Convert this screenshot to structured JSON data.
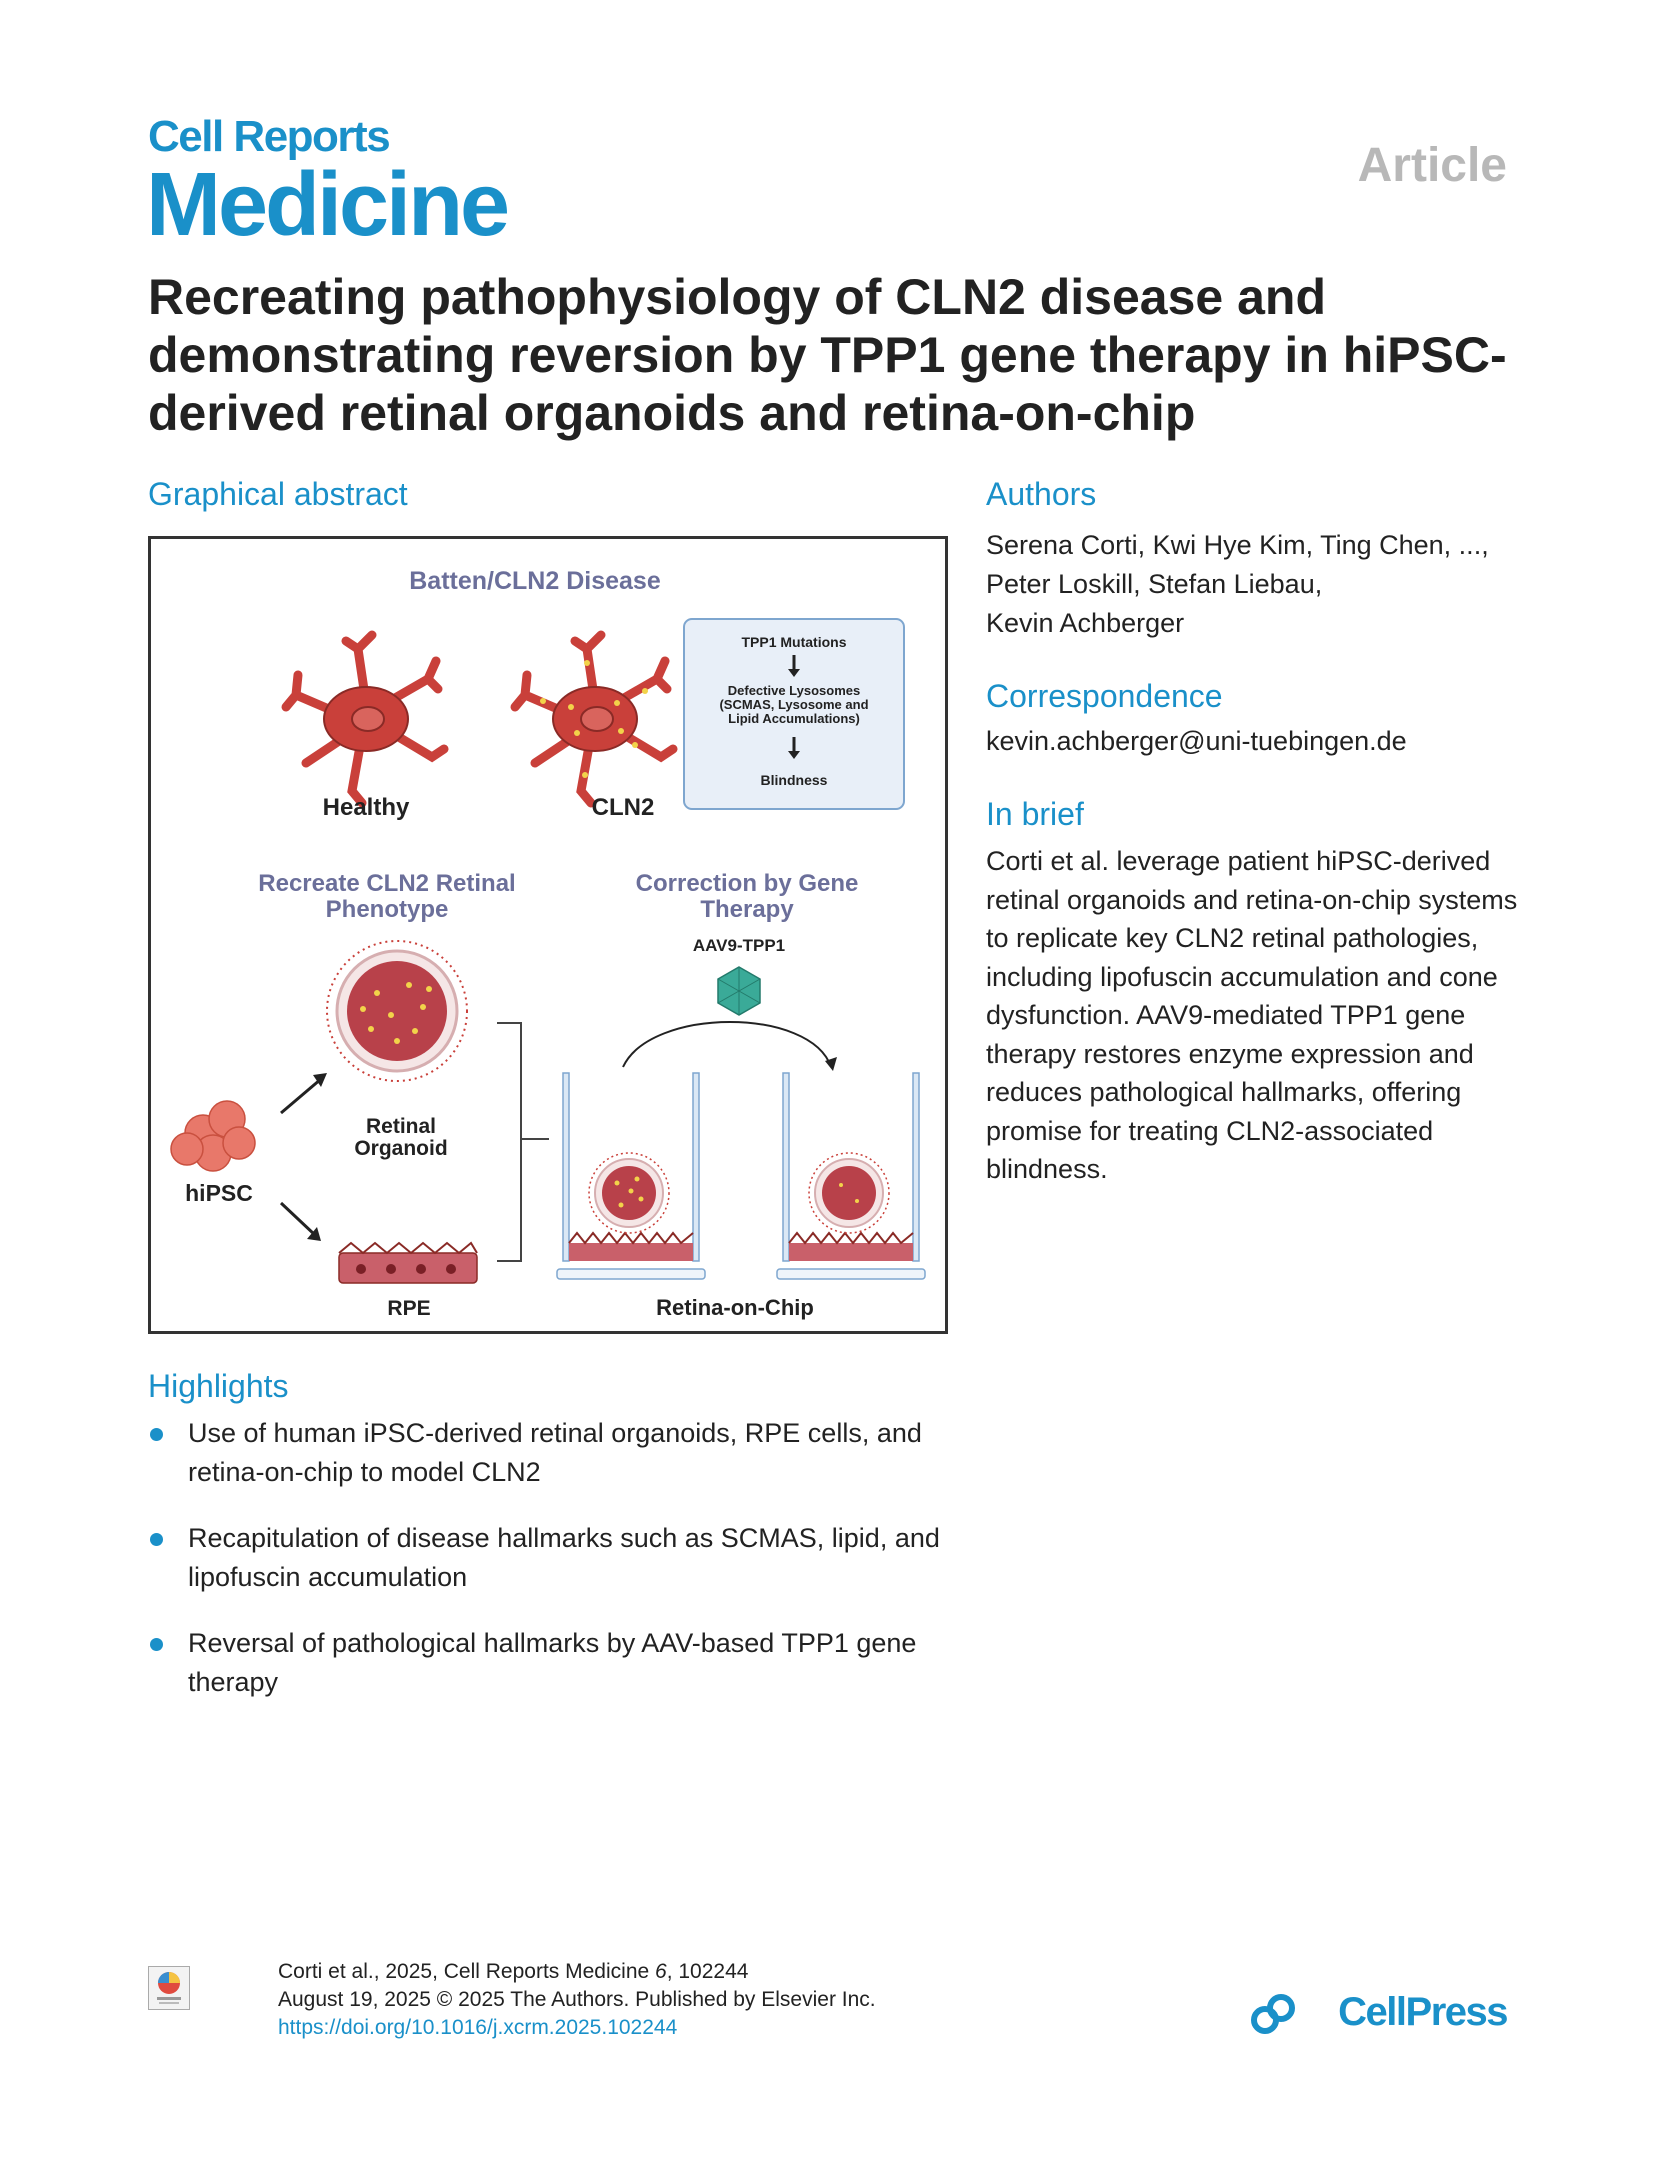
{
  "header": {
    "journal_line1": "Cell Reports",
    "journal_line2": "Medicine",
    "article_type": "Article"
  },
  "title": "Recreating pathophysiology of CLN2 disease and demonstrating reversion by TPP1 gene therapy in hiPSC-derived retinal organoids and retina-on-chip",
  "graphical_abstract": {
    "heading": "Graphical abstract",
    "figure_title": "Batten/CLN2 Disease",
    "healthy_label": "Healthy",
    "cln2_label": "CLN2",
    "pathway": {
      "step1": "TPP1 Mutations",
      "step2_line1": "Defective Lysosomes",
      "step2_line2": "(SCMAS, Lysosome and",
      "step2_line3": "Lipid Accumulations)",
      "step3": "Blindness"
    },
    "recreate_line1": "Recreate CLN2 Retinal",
    "recreate_line2": "Phenotype",
    "correction_line1": "Correction by Gene",
    "correction_line2": "Therapy",
    "vector_label": "AAV9-TPP1",
    "hipsc_label": "hiPSC",
    "organoid_line1": "Retinal",
    "organoid_line2": "Organoid",
    "rpe_label": "RPE",
    "chip_label": "Retina-on-Chip",
    "colors": {
      "heading": "#6b6f9a",
      "cell": "#c9403a",
      "virus": "#3aaa98",
      "pathway_bg": "#e8eff8",
      "pathway_border": "#7ea6cf"
    }
  },
  "authors": {
    "heading": "Authors",
    "line1": "Serena Corti, Kwi Hye Kim, Ting Chen, ...,",
    "line2": "Peter Loskill, Stefan Liebau,",
    "line3": "Kevin Achberger"
  },
  "correspondence": {
    "heading": "Correspondence",
    "email": "kevin.achberger@uni-tuebingen.de"
  },
  "in_brief": {
    "heading": "In brief",
    "text": "Corti et al. leverage patient hiPSC-derived retinal organoids and retina-on-chip systems to replicate key CLN2 retinal pathologies, including lipofuscin accumulation and cone dysfunction. AAV9-mediated TPP1 gene therapy restores enzyme expression and reduces pathological hallmarks, offering promise for treating CLN2-associated blindness."
  },
  "highlights": {
    "heading": "Highlights",
    "items": [
      "Use of human iPSC-derived retinal organoids, RPE cells, and retina-on-chip to model CLN2",
      "Recapitulation of disease hallmarks such as SCMAS, lipid, and lipofuscin accumulation",
      "Reversal of pathological hallmarks by AAV-based TPP1 gene therapy"
    ]
  },
  "footer": {
    "citation_prefix": "Corti et al., 2025, Cell Reports Medicine ",
    "citation_volume": "6",
    "citation_suffix": ", 102244",
    "date_line": "August 19, 2025 © 2025 The Authors. Published by Elsevier Inc.",
    "doi": "https://doi.org/10.1016/j.xcrm.2025.102244",
    "publisher": "CellPress",
    "crossmark_icon": "check-for-updates-icon",
    "publisher_icon": "cellpress-logo-icon"
  }
}
